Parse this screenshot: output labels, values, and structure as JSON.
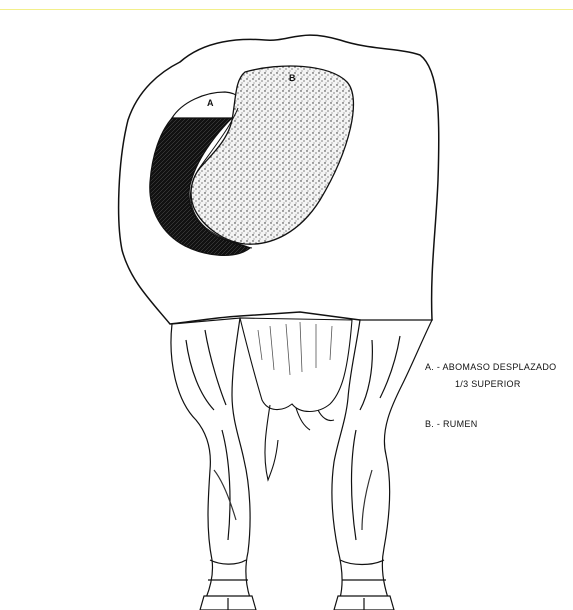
{
  "diagram": {
    "label_a": "A",
    "label_b": "B",
    "legend": {
      "a_line1": "A. - ABOMASO DESPLAZADO",
      "a_line2": "1/3 SUPERIOR",
      "b_line1": "B. - RUMEN"
    }
  },
  "colors": {
    "outline": "#111111",
    "abomasum_fill": "#1a1a1a",
    "rumen_fill": "#f2f2f2",
    "top_rule": "#f3ef8a"
  }
}
